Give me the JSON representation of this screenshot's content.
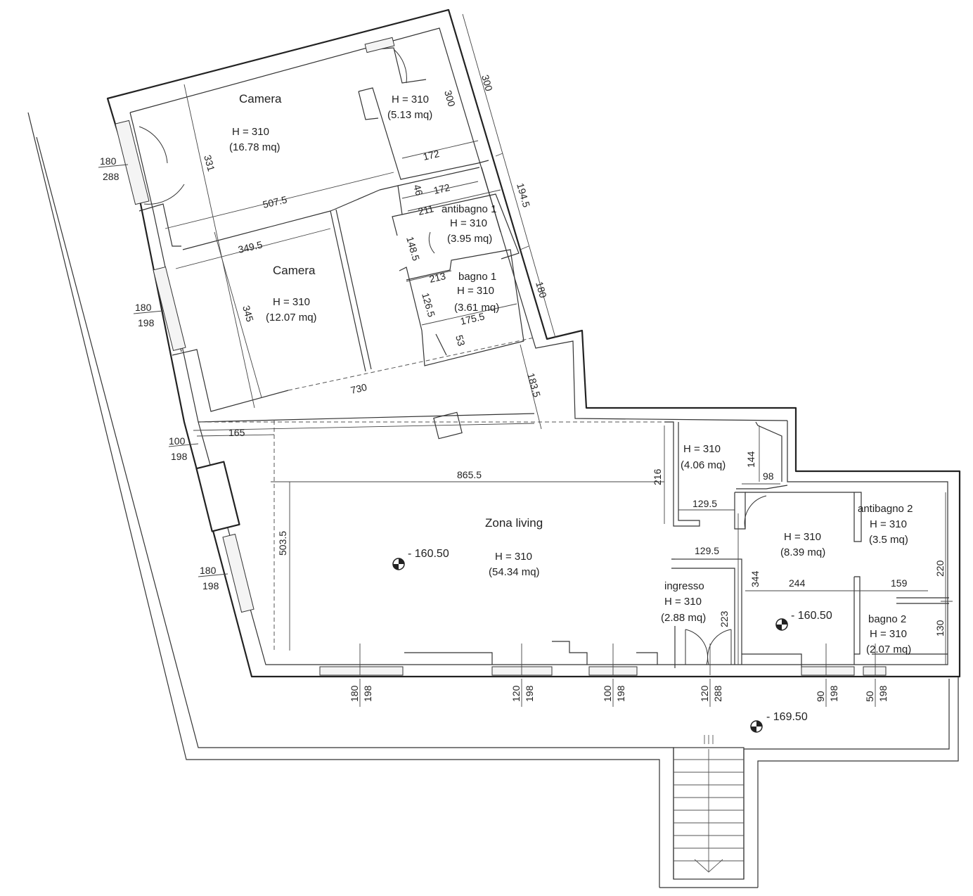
{
  "rooms": {
    "camera1": {
      "name": "Camera",
      "height": "H = 310",
      "area": "(16.78 mq)"
    },
    "closet": {
      "height": "H = 310",
      "area": "(5.13 mq)"
    },
    "antibagno1": {
      "name": "antibagno 1",
      "height": "H = 310",
      "area": "(3.95 mq)"
    },
    "camera2": {
      "name": "Camera",
      "height": "H = 310",
      "area": "(12.07 mq)"
    },
    "bagno1": {
      "name": "bagno 1",
      "height": "H = 310",
      "area": "(3.61 mq)"
    },
    "living": {
      "name": "Zona living",
      "height": "H = 310",
      "area": "(54.34 mq)"
    },
    "storage": {
      "height": "H = 310",
      "area": "(4.06 mq)"
    },
    "ingresso": {
      "name": "ingresso",
      "height": "H = 310",
      "area": "(2.88 mq)"
    },
    "room839": {
      "height": "H = 310",
      "area": "(8.39 mq)"
    },
    "antibagno2": {
      "name": "antibagno 2",
      "height": "H = 310",
      "area": "(3.5 mq)"
    },
    "bagno2": {
      "name": "bagno 2",
      "height": "H = 310",
      "area": "(2.07 mq)"
    }
  },
  "dimensions": {
    "d300a": "300",
    "d300b": "300",
    "d172a": "172",
    "d172b": "172",
    "d46": "46",
    "d211": "211",
    "d1945": "194.5",
    "d1485": "148.5",
    "d213": "213",
    "d1265": "126.5",
    "d1755": "175.5",
    "d53": "53",
    "d180r": "180",
    "d331": "331",
    "d5075": "507.5",
    "d3495": "349.5",
    "d345": "345",
    "d730": "730",
    "d1835": "183.5",
    "d165": "165",
    "d8655": "865.5",
    "d216": "216",
    "d144": "144",
    "d98": "98",
    "d1295a": "129.5",
    "d5035": "503.5",
    "d1295b": "129.5",
    "d344": "344",
    "d244": "244",
    "d159": "159",
    "d220": "220",
    "d130": "130",
    "d223": "223"
  },
  "openings": {
    "w1": {
      "top": "180",
      "bottom": "288"
    },
    "w2": {
      "top": "180",
      "bottom": "198"
    },
    "w3": {
      "top": "100",
      "bottom": "198"
    },
    "w4": {
      "top": "180",
      "bottom": "198"
    },
    "s1": {
      "a": "180",
      "b": "198"
    },
    "s2": {
      "a": "120",
      "b": "198"
    },
    "s3": {
      "a": "100",
      "b": "198"
    },
    "s4": {
      "a": "120",
      "b": "288"
    },
    "s5": {
      "a": "90",
      "b": "198"
    },
    "s6": {
      "a": "50",
      "b": "198"
    }
  },
  "levels": {
    "living": "- 160.50",
    "room839": "- 160.50",
    "exterior": "- 169.50"
  }
}
